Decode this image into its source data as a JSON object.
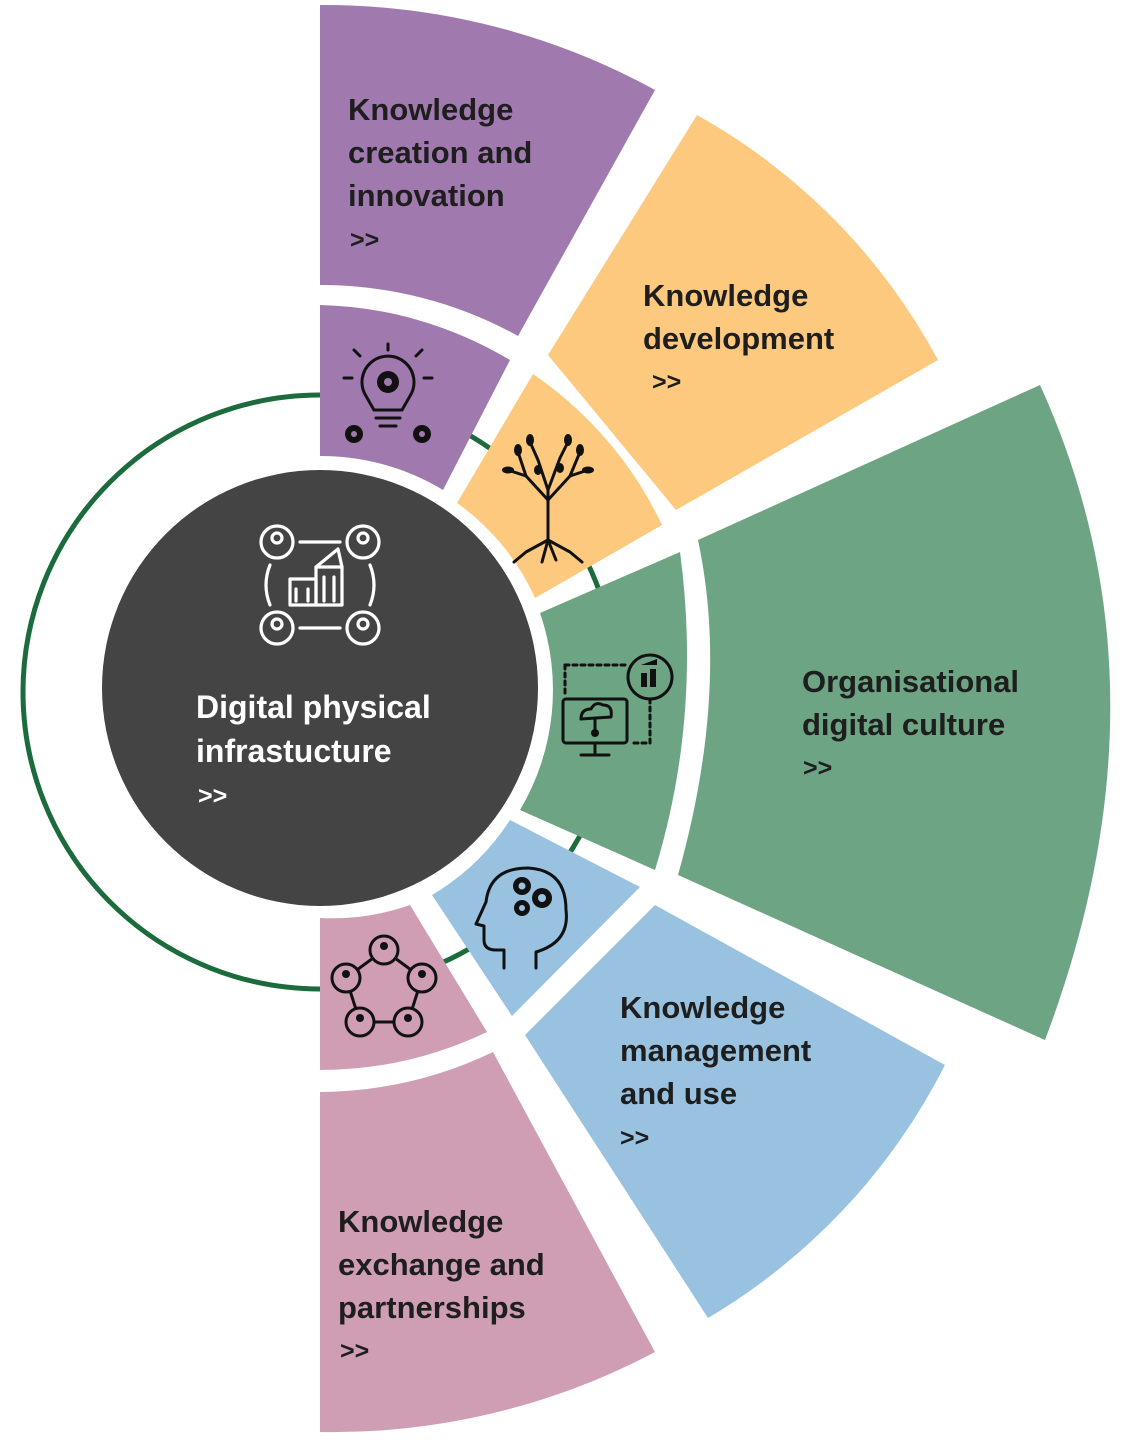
{
  "diagram": {
    "center": {
      "title_line1": "Digital physical",
      "title_line2": "infrastucture",
      "arrow": ">>",
      "icon": "network-building-icon",
      "color": "#444444"
    },
    "ring_color": "#1c6b3c",
    "segments": [
      {
        "id": "creation",
        "lines": [
          "Knowledge",
          "creation and",
          "innovation"
        ],
        "arrow": ">>",
        "color": "#a07aae",
        "icon": "lightbulb-gears-icon"
      },
      {
        "id": "development",
        "lines": [
          "Knowledge",
          "development"
        ],
        "arrow": ">>",
        "color": "#fdc97f",
        "icon": "tree-icon"
      },
      {
        "id": "culture",
        "lines": [
          "Organisational",
          "digital culture"
        ],
        "arrow": ">>",
        "color": "#6da483",
        "icon": "computer-network-icon"
      },
      {
        "id": "management",
        "lines": [
          "Knowledge",
          "management",
          "and use"
        ],
        "arrow": ">>",
        "color": "#99c2e1",
        "icon": "head-gears-icon"
      },
      {
        "id": "exchange",
        "lines": [
          "Knowledge",
          "exchange and",
          "partnerships"
        ],
        "arrow": ">>",
        "color": "#d09eb4",
        "icon": "people-network-icon"
      }
    ]
  }
}
